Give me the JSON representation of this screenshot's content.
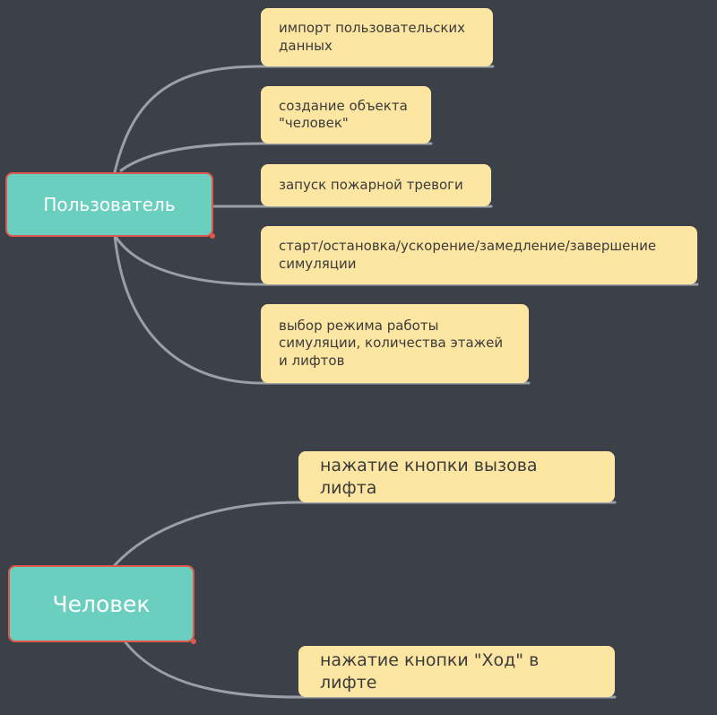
{
  "roots": [
    {
      "label": "Пользователь"
    },
    {
      "label": "Человек"
    }
  ],
  "user_topics": [
    "импорт пользовательских данных",
    "создание объекта \"человек\"",
    "запуск пожарной тревоги",
    "старт/остановка/ускорение/замедление/завершение симуляции",
    "выбор режима работы симуляции, количества этажей и лифтов"
  ],
  "human_topics": [
    "нажатие кнопки вызова лифта",
    "нажатие кнопки \"Ход\" в лифте"
  ],
  "colors": {
    "background": "#3c4048",
    "root_fill": "#6bcfc0",
    "root_border": "#e0574c",
    "topic_fill": "#fde6a2",
    "connector": "#9aa0a8"
  }
}
